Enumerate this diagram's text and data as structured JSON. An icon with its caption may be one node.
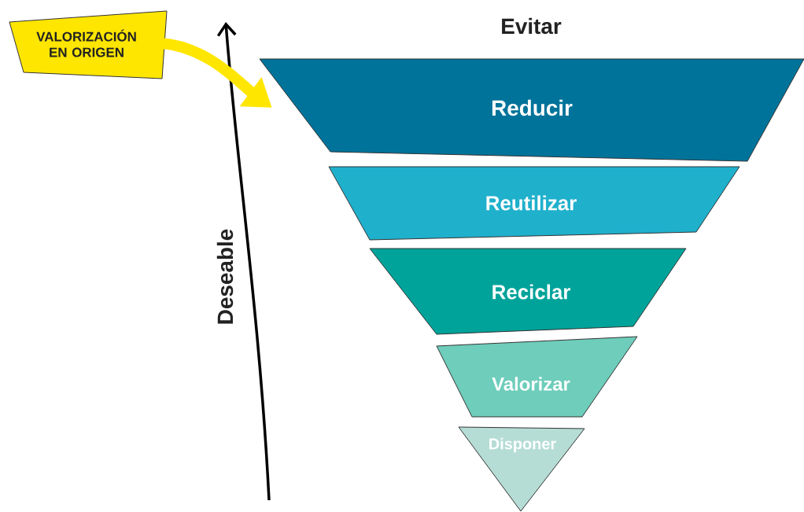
{
  "diagram": {
    "nodes": [
      {
        "text": [
          "VALORIZACIÓN EN ORIGEN"
        ]
      },
      {
        "text": [
          "Reducir"
        ]
      },
      {
        "text": [
          "Reutilizar"
        ]
      },
      {
        "text": [
          "Reciclar"
        ]
      },
      {
        "text": [
          "Valorizar"
        ]
      },
      {
        "text": [
          "Disponer"
        ]
      }
    ],
    "edges": [
      {
        "from": 0,
        "to": 1,
        "arrow": "to",
        "color": "#ffe600"
      }
    ],
    "labels": [
      "Evitar",
      "Deseable"
    ]
  }
}
